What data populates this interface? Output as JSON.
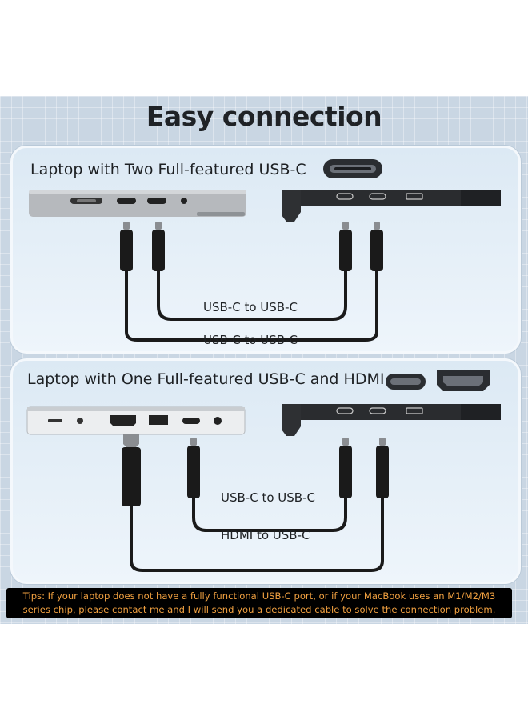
{
  "headline": "Easy connection",
  "panel_1": {
    "title": "Laptop with Two Full-featured USB-C",
    "cable_1": "USB-C to USB-C",
    "cable_2": "USB-C to USB-C"
  },
  "panel_2": {
    "title": "Laptop with One Full-featured USB-C and HDMI",
    "cable_1": "USB-C to USB-C",
    "cable_2": "HDMI to USB-C"
  },
  "tips": "Tips: If your laptop does not have a fully functional USB-C port, or if your MacBook uses an M1/M2/M3 series chip, please contact me and I will send you a dedicated cable to solve the connection problem.",
  "colors": {
    "background": "#c9d6e3",
    "panel": "#e6eff7",
    "tips_background": "#000000",
    "tips_text": "#f0a040",
    "cable": "#1a1a1a"
  },
  "icons": [
    "usb-c-port-icon",
    "hdmi-port-icon",
    "laptop-icon",
    "portable-monitor-icon",
    "cable-icon"
  ]
}
